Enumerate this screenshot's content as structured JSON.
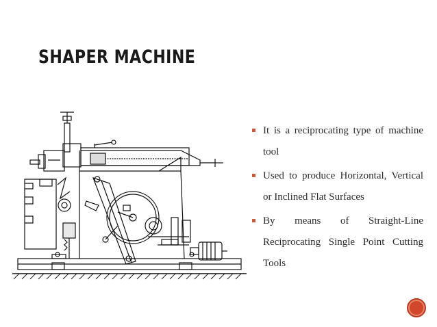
{
  "slide": {
    "title": "SHAPER MACHINE",
    "bullets": [
      "It is a reciprocating type of machine tool",
      "Used to produce Horizontal, Vertical or Inclined Flat Surfaces",
      "By means of Straight-Line Reciprocating Single Point Cutting Tools"
    ]
  },
  "colors": {
    "accent": "#c65a3a",
    "nav_button": "#d1472b",
    "text": "#2b2b2b"
  },
  "icons": {
    "nav_button": "circle-nav-icon"
  }
}
